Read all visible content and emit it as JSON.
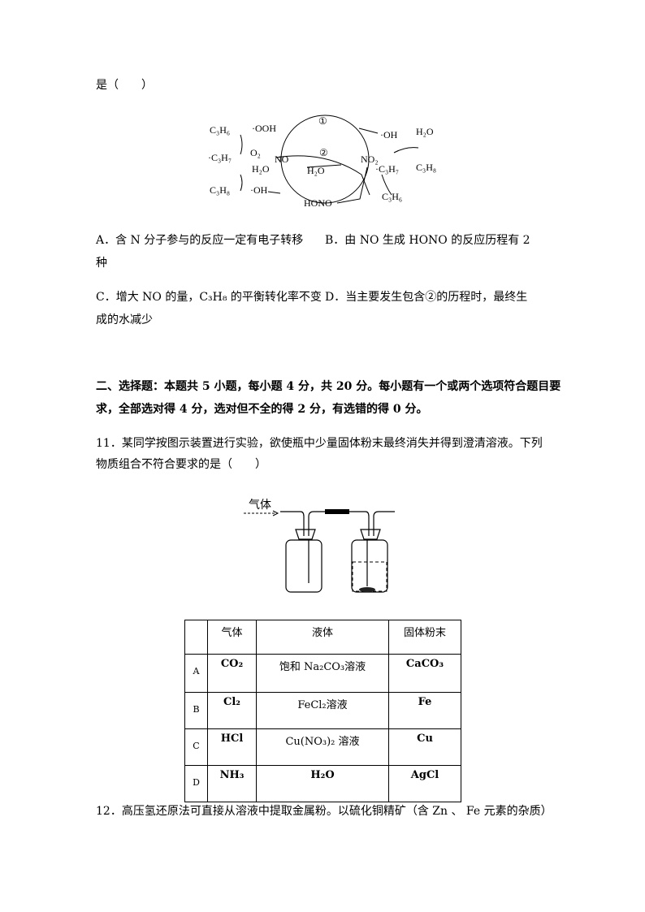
{
  "q10_tail": "是（　　）",
  "diagram1": {
    "labels": [
      "C₃H₆",
      "·OOH",
      "①",
      "·OH",
      "H₂O",
      "O₂",
      "·C₃H₇",
      "NO",
      "②",
      "NO₂",
      "·C₃H₇",
      "C₃H₈",
      "H₂O",
      "H₂O",
      "C₃H₈",
      "·OH",
      "HONO",
      "C₃H₆"
    ]
  },
  "q10_options": {
    "A": "A．含 N 分子参与的反应一定有电子转移",
    "B_line1": "B．由 NO 生成 HONO 的反应历程有 2",
    "B_line2": "种",
    "C": "C．增大 NO 的量，C₃H₈ 的平衡转化率不变",
    "D_line1": "D．当主要发生包含②的历程时，最终生",
    "D_line2": "成的水减少"
  },
  "section2": {
    "line1": "二、选择题：本题共 5 小题，每小题 4 分，共 20 分。每小题有一个或两个选项符合题目要",
    "line2": "求，全部选对得 4 分，选对但不全的得 2 分，有选错的得 0 分。"
  },
  "q11": {
    "line1": "11．某同学按图示装置进行实验，欲使瓶中少量固体粉末最终消失并得到澄清溶液。下列",
    "line2": "物质组合不符合要求的是（　　）",
    "apparatus_label": "气体"
  },
  "table": {
    "headers": [
      "",
      "气体",
      "液体",
      "固体粉末"
    ],
    "rows": [
      [
        "A",
        "CO₂",
        "饱和 Na₂CO₃溶液",
        "CaCO₃"
      ],
      [
        "B",
        "Cl₂",
        "FeCl₂溶液",
        "Fe"
      ],
      [
        "C",
        "HCl",
        "Cu(NO₃)₂ 溶液",
        "Cu"
      ],
      [
        "D",
        "NH₃",
        "H₂O",
        "AgCl"
      ]
    ]
  },
  "q12": {
    "line1": "12．高压氢还原法可直接从溶液中提取金属粉。以硫化铜精矿（含 Zn 、 Fe 元素的杂质）"
  }
}
